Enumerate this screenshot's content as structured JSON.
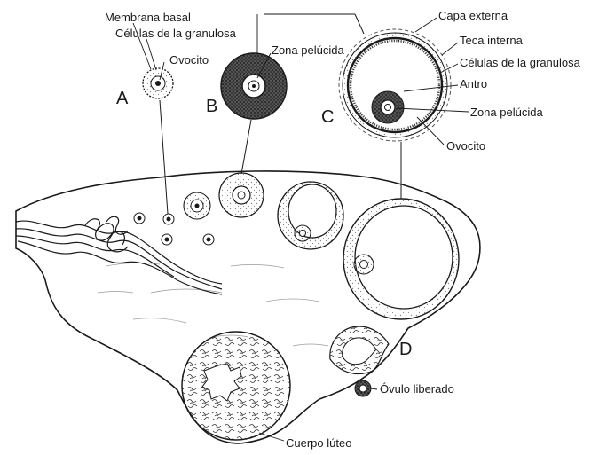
{
  "stage_labels": {
    "a": "A",
    "b": "B",
    "c": "C",
    "d": "D"
  },
  "labels": {
    "membrana_basal": "Membrana basal",
    "celulas_granulosa_a": "Células de la granulosa",
    "ovocito_a": "Ovocito",
    "zona_pelucida_b": "Zona pelúcida",
    "capa_externa": "Capa externa",
    "teca_interna": "Teca interna",
    "celulas_granulosa_c": "Células de la granulosa",
    "antro": "Antro",
    "zona_pelucida_c": "Zona pelúcida",
    "ovocito_c": "Ovocito",
    "ovulo_liberado": "Óvulo liberado",
    "cuerpo_luteo": "Cuerpo lúteo"
  },
  "colors": {
    "ink": "#1a1a1a",
    "dense_fill": "#3a3a3a",
    "stipple": "#8a8a8a",
    "background": "#ffffff"
  }
}
